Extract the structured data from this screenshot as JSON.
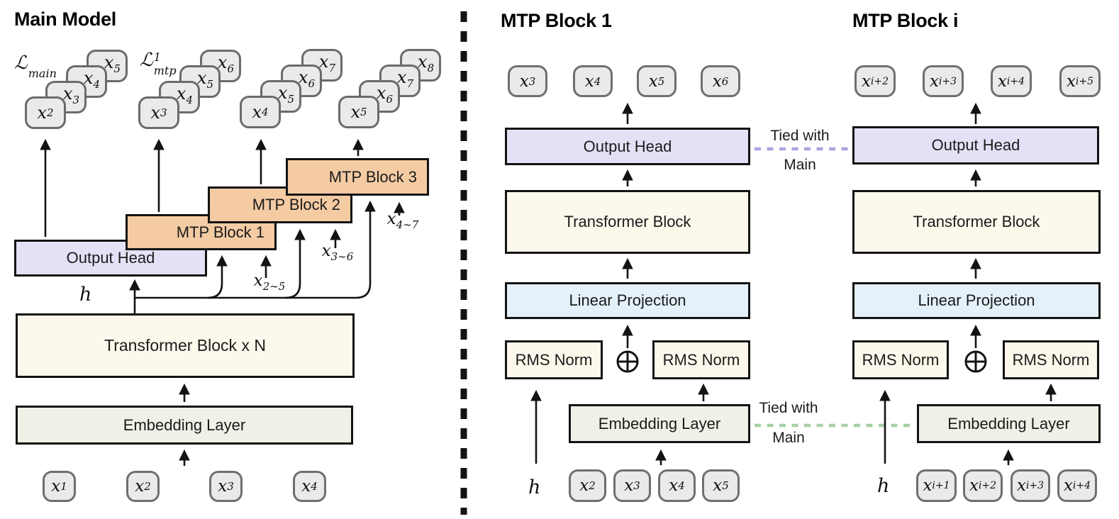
{
  "titles": {
    "main": "Main Model",
    "mtp1": "MTP Block 1",
    "mtpi": "MTP Block i"
  },
  "colors": {
    "output_head": "#E4E1F6",
    "mtp_block": "#F4CBA3",
    "transformer": "#FCF8EB",
    "linear_projection": "#E4F1FA",
    "embedding": "#EDF1E6",
    "token": "#E9EAE9",
    "tie_output_dash": "#A9A6E0",
    "tie_embedding_dash": "#A6CFA6",
    "stroke": "#131313"
  },
  "main": {
    "losses": [
      {
        "base": "ℒ",
        "sup": "",
        "sub": "main"
      },
      {
        "base": "ℒ",
        "sup": "1",
        "sub": "mtp"
      }
    ],
    "stacks": [
      {
        "cards": [
          {
            "base": "x",
            "sub": "2"
          },
          {
            "base": "x",
            "sub": "3"
          },
          {
            "base": "x",
            "sub": "4"
          },
          {
            "base": "x",
            "sub": "5"
          }
        ]
      },
      {
        "cards": [
          {
            "base": "x",
            "sub": "3"
          },
          {
            "base": "x",
            "sub": "4"
          },
          {
            "base": "x",
            "sub": "5"
          },
          {
            "base": "x",
            "sub": "6"
          }
        ]
      },
      {
        "cards": [
          {
            "base": "x",
            "sub": "4"
          },
          {
            "base": "x",
            "sub": "5"
          },
          {
            "base": "x",
            "sub": "6"
          },
          {
            "base": "x",
            "sub": "7"
          }
        ]
      },
      {
        "cards": [
          {
            "base": "x",
            "sub": "5"
          },
          {
            "base": "x",
            "sub": "6"
          },
          {
            "base": "x",
            "sub": "7"
          },
          {
            "base": "x",
            "sub": "8"
          }
        ]
      }
    ],
    "output_head": "Output Head",
    "mtp_blocks": [
      "MTP Block 1",
      "MTP Block 2",
      "MTP Block 3"
    ],
    "transformer": "Transformer Block x N",
    "embedding": "Embedding Layer",
    "h_label": "h",
    "branch_labels": [
      {
        "base": "x",
        "sub": "2∼5"
      },
      {
        "base": "x",
        "sub": "3∼6"
      },
      {
        "base": "x",
        "sub": "4∼7"
      }
    ],
    "input_tokens": [
      {
        "base": "x",
        "sub": "1"
      },
      {
        "base": "x",
        "sub": "2"
      },
      {
        "base": "x",
        "sub": "3"
      },
      {
        "base": "x",
        "sub": "4"
      }
    ]
  },
  "mtp1": {
    "out_tokens": [
      {
        "base": "x",
        "sub": "3"
      },
      {
        "base": "x",
        "sub": "4"
      },
      {
        "base": "x",
        "sub": "5"
      },
      {
        "base": "x",
        "sub": "6"
      }
    ],
    "output_head": "Output Head",
    "transformer": "Transformer Block",
    "linear": "Linear Projection",
    "rms_left": "RMS Norm",
    "rms_right": "RMS Norm",
    "embedding": "Embedding Layer",
    "h_label": "h",
    "in_tokens": [
      {
        "base": "x",
        "sub": "2"
      },
      {
        "base": "x",
        "sub": "3"
      },
      {
        "base": "x",
        "sub": "4"
      },
      {
        "base": "x",
        "sub": "5"
      }
    ],
    "tie_output": {
      "line1": "Tied with",
      "line2": "Main"
    },
    "tie_embedding": {
      "line1": "Tied with",
      "line2": "Main"
    }
  },
  "mtpi": {
    "out_tokens": [
      {
        "base": "x",
        "sub": "i+2"
      },
      {
        "base": "x",
        "sub": "i+3"
      },
      {
        "base": "x",
        "sub": "i+4"
      },
      {
        "base": "x",
        "sub": "i+5"
      }
    ],
    "output_head": "Output Head",
    "transformer": "Transformer Block",
    "linear": "Linear Projection",
    "rms_left": "RMS Norm",
    "rms_right": "RMS Norm",
    "embedding": "Embedding Layer",
    "h_label": "h",
    "in_tokens": [
      {
        "base": "x",
        "sub": "i+1"
      },
      {
        "base": "x",
        "sub": "i+2"
      },
      {
        "base": "x",
        "sub": "i+3"
      },
      {
        "base": "x",
        "sub": "i+4"
      }
    ]
  }
}
